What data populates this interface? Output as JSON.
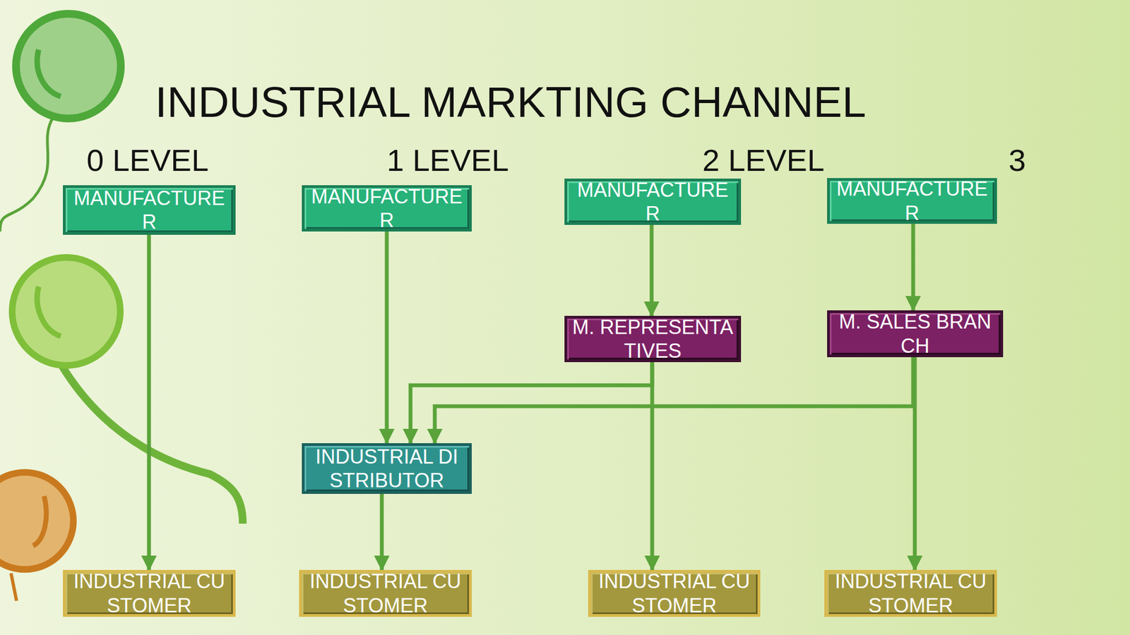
{
  "diagram": {
    "title": "INDUSTRIAL MARKTING CHANNEL",
    "nodes": [
      {
        "text": [
          "MANUFACTURER"
        ]
      },
      {
        "text": [
          "MANUFACTURER"
        ]
      },
      {
        "text": [
          "MANUFACTURER"
        ]
      },
      {
        "text": [
          "MANUFACTURER"
        ]
      },
      {
        "text": [
          "M. REPRESENTATIVES"
        ]
      },
      {
        "text": [
          "M. SALES BRANCH"
        ]
      },
      {
        "text": [
          "INDUSTRIAL DISTRIBUTOR"
        ]
      },
      {
        "text": [
          "INDUSTRIAL CUSTOMER"
        ]
      },
      {
        "text": [
          "INDUSTRIAL CUSTOMER"
        ]
      },
      {
        "text": [
          "INDUSTRIAL CUSTOMER"
        ]
      },
      {
        "text": [
          "INDUSTRIAL CUSTOMER"
        ]
      }
    ],
    "edges": [
      {
        "from": 0,
        "to": 7,
        "arrow": "to"
      },
      {
        "from": 1,
        "to": 6,
        "arrow": "to"
      },
      {
        "from": 6,
        "to": 8,
        "arrow": "to"
      },
      {
        "from": 2,
        "to": 4,
        "arrow": "to"
      },
      {
        "from": 4,
        "to": 9,
        "arrow": "to"
      },
      {
        "from": 4,
        "to": 6,
        "arrow": "to"
      },
      {
        "from": 3,
        "to": 5,
        "arrow": "to"
      },
      {
        "from": 5,
        "to": 10,
        "arrow": "to"
      },
      {
        "from": 5,
        "to": 6,
        "arrow": "to"
      }
    ],
    "labels": [
      "0 LEVEL",
      "1 LEVEL",
      "2 LEVEL",
      "3"
    ]
  }
}
